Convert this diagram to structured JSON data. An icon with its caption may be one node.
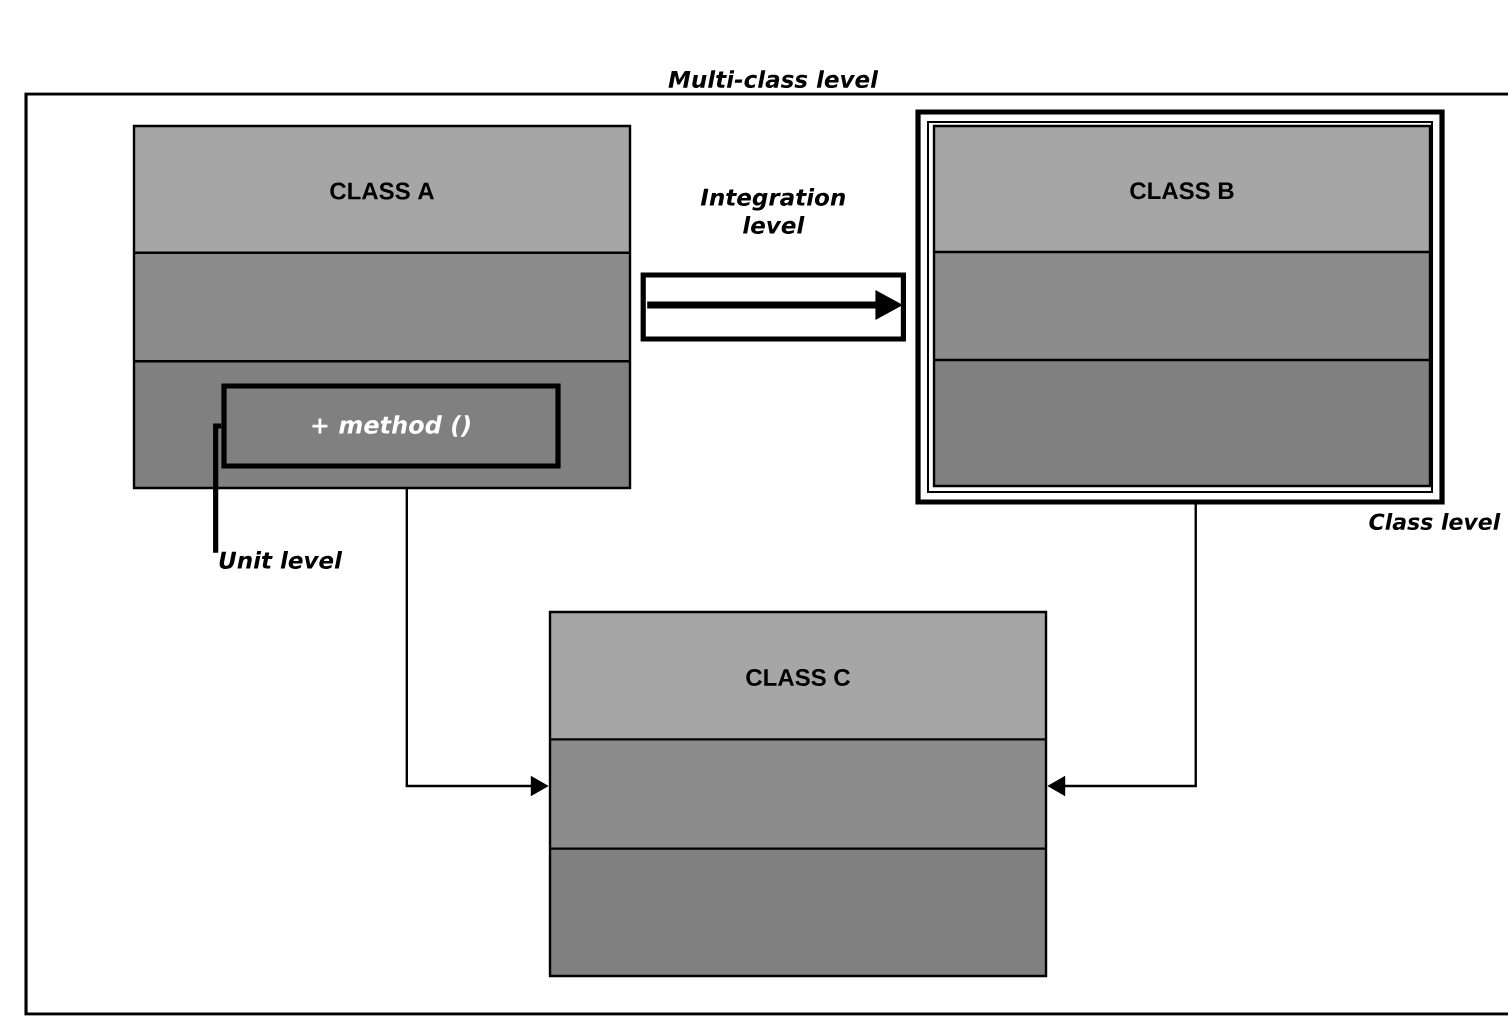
{
  "diagram": {
    "nodes": [
      {
        "text": [
          "Multi-class level"
        ]
      },
      {
        "text": [
          "CLASS A"
        ],
        "in": 0
      },
      {
        "text": [
          "+ method ()"
        ],
        "in": 1
      },
      {
        "text": [
          "Unit level"
        ],
        "in": 0
      },
      {
        "text": [
          "Class level"
        ],
        "in": 0
      },
      {
        "text": [
          "CLASS B"
        ],
        "in": 4
      },
      {
        "text": [
          "CLASS C"
        ],
        "in": 0
      }
    ],
    "edges": [
      {
        "from": 1,
        "to": 4,
        "arrow": "to",
        "label": "Integration level",
        "style": "thick"
      },
      {
        "from": 1,
        "to": 6,
        "arrow": "to"
      },
      {
        "from": 4,
        "to": 6,
        "arrow": "to"
      },
      {
        "from": 3,
        "to": 2,
        "arrow": "none"
      }
    ]
  }
}
